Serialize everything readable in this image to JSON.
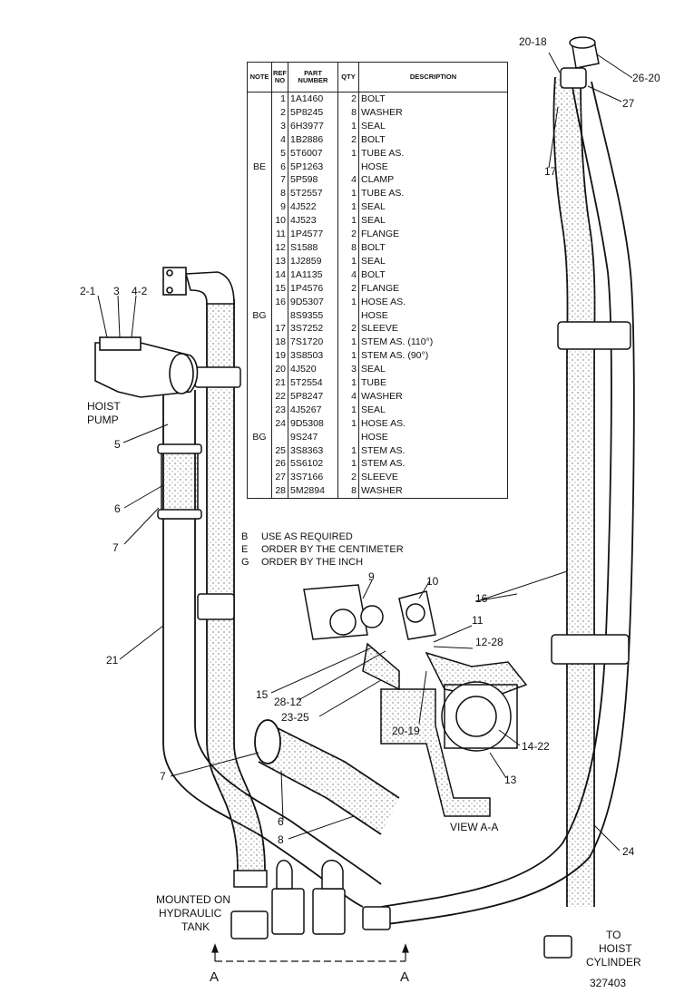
{
  "table": {
    "headers": {
      "note": "NOTE",
      "ref": "REF NO",
      "part": "PART NUMBER",
      "qty": "QTY",
      "desc": "DESCRIPTION"
    },
    "rows": [
      {
        "note": "",
        "ref": "1",
        "part": "1A1460",
        "qty": "2",
        "desc": "BOLT"
      },
      {
        "note": "",
        "ref": "2",
        "part": "5P8245",
        "qty": "8",
        "desc": "WASHER"
      },
      {
        "note": "",
        "ref": "3",
        "part": "6H3977",
        "qty": "1",
        "desc": "SEAL"
      },
      {
        "note": "",
        "ref": "4",
        "part": "1B2886",
        "qty": "2",
        "desc": "BOLT"
      },
      {
        "note": "",
        "ref": "5",
        "part": "5T6007",
        "qty": "1",
        "desc": "TUBE AS."
      },
      {
        "note": "BE",
        "ref": "6",
        "part": "5P1263",
        "qty": "",
        "desc": "HOSE"
      },
      {
        "note": "",
        "ref": "7",
        "part": "5P598",
        "qty": "4",
        "desc": "CLAMP"
      },
      {
        "note": "",
        "ref": "8",
        "part": "5T2557",
        "qty": "1",
        "desc": "TUBE AS."
      },
      {
        "note": "",
        "ref": "9",
        "part": "4J522",
        "qty": "1",
        "desc": "SEAL"
      },
      {
        "note": "",
        "ref": "10",
        "part": "4J523",
        "qty": "1",
        "desc": "SEAL"
      },
      {
        "note": "",
        "ref": "11",
        "part": "1P4577",
        "qty": "2",
        "desc": "FLANGE"
      },
      {
        "note": "",
        "ref": "12",
        "part": "S1588",
        "qty": "8",
        "desc": "BOLT"
      },
      {
        "note": "",
        "ref": "13",
        "part": "1J2859",
        "qty": "1",
        "desc": "SEAL"
      },
      {
        "note": "",
        "ref": "14",
        "part": "1A1135",
        "qty": "4",
        "desc": "BOLT"
      },
      {
        "note": "",
        "ref": "15",
        "part": "1P4576",
        "qty": "2",
        "desc": "FLANGE"
      },
      {
        "note": "",
        "ref": "16",
        "part": "9D5307",
        "qty": "1",
        "desc": "HOSE AS."
      },
      {
        "note": "BG",
        "ref": "",
        "part": "8S9355",
        "qty": "",
        "desc": "  HOSE"
      },
      {
        "note": "",
        "ref": "17",
        "part": "3S7252",
        "qty": "2",
        "desc": "  SLEEVE"
      },
      {
        "note": "",
        "ref": "18",
        "part": "7S1720",
        "qty": "1",
        "desc": "  STEM AS. (110°)"
      },
      {
        "note": "",
        "ref": "19",
        "part": "3S8503",
        "qty": "1",
        "desc": "  STEM AS. (90°)"
      },
      {
        "note": "",
        "ref": "20",
        "part": "4J520",
        "qty": "3",
        "desc": "SEAL"
      },
      {
        "note": "",
        "ref": "21",
        "part": "5T2554",
        "qty": "1",
        "desc": "TUBE"
      },
      {
        "note": "",
        "ref": "22",
        "part": "5P8247",
        "qty": "4",
        "desc": "WASHER"
      },
      {
        "note": "",
        "ref": "23",
        "part": "4J5267",
        "qty": "1",
        "desc": "SEAL"
      },
      {
        "note": "",
        "ref": "24",
        "part": "9D5308",
        "qty": "1",
        "desc": "HOSE AS."
      },
      {
        "note": "BG",
        "ref": "",
        "part": "9S247",
        "qty": "",
        "desc": "  HOSE"
      },
      {
        "note": "",
        "ref": "25",
        "part": "3S8363",
        "qty": "1",
        "desc": "  STEM AS."
      },
      {
        "note": "",
        "ref": "26",
        "part": "5S6102",
        "qty": "1",
        "desc": "  STEM AS."
      },
      {
        "note": "",
        "ref": "27",
        "part": "3S7166",
        "qty": "2",
        "desc": "  SLEEVE"
      },
      {
        "note": "",
        "ref": "28",
        "part": "5M2894",
        "qty": "8",
        "desc": "WASHER"
      }
    ]
  },
  "legend": [
    {
      "code": "B",
      "text": "USE AS REQUIRED"
    },
    {
      "code": "E",
      "text": "ORDER BY THE CENTIMETER"
    },
    {
      "code": "G",
      "text": "ORDER BY THE INCH"
    }
  ],
  "labels": {
    "hoist_pump": [
      "HOIST",
      "PUMP"
    ],
    "mounted": [
      "MOUNTED ON",
      "HYDRAULIC",
      "TANK"
    ],
    "to_cylinder": [
      "TO",
      "HOIST",
      "CYLINDER"
    ],
    "view": "VIEW A-A",
    "section_a": "A",
    "figure_number": "327403"
  },
  "callouts": {
    "c_2_1": "2-1",
    "c_3": "3",
    "c_4_2": "4-2",
    "c_5": "5",
    "c_6": "6",
    "c_7": "7",
    "c_21": "21",
    "c_7b": "7",
    "c_6b": "6",
    "c_8": "8",
    "c_20_18": "20-18",
    "c_26_20": "26-20",
    "c_27": "27",
    "c_17": "17",
    "c_9": "9",
    "c_10": "10",
    "c_11": "11",
    "c_12_28": "12-28",
    "c_16": "16",
    "c_15": "15",
    "c_28_12": "28-12",
    "c_23_25": "23-25",
    "c_20_19": "20-19",
    "c_14_22": "14-22",
    "c_13": "13",
    "c_24": "24"
  }
}
